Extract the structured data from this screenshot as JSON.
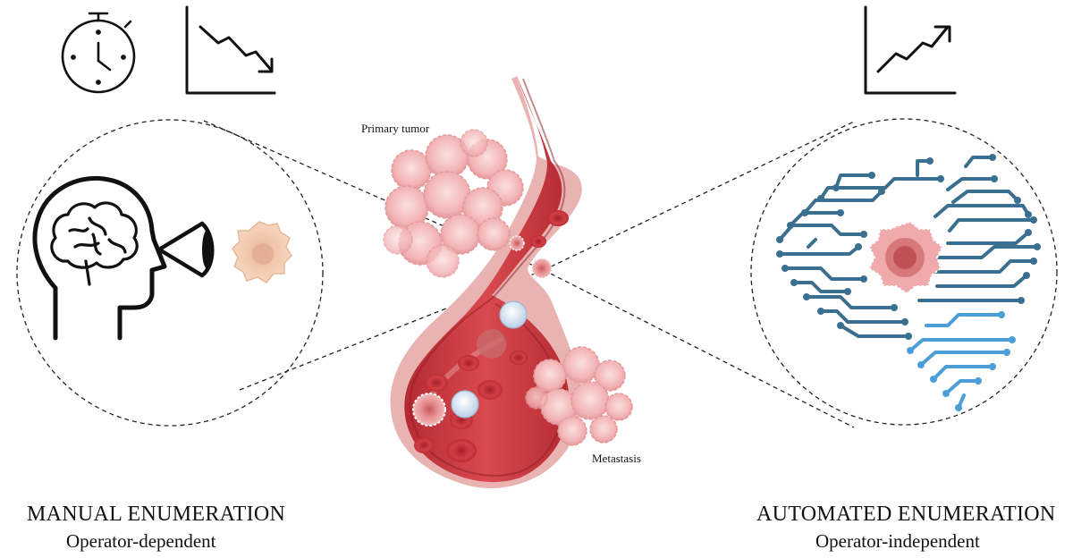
{
  "labels": {
    "primary_tumor": "Primary tumor",
    "metastasis": "Metastasis"
  },
  "manual": {
    "title": "MANUAL ENUMERATION",
    "subtitle": "Operator-dependent"
  },
  "automated": {
    "title": "AUTOMATED ENUMERATION",
    "subtitle": "Operator-independent"
  },
  "icons": {
    "manual_time": "stopwatch-icon",
    "manual_trend": "trend-down-chart-icon",
    "automated_trend": "trend-up-chart-icon",
    "manual_observer": "human-head-brain-icon",
    "manual_eye": "eye-icon",
    "automated_brain": "circuit-brain-icon"
  },
  "colors": {
    "vessel": "#c9333a",
    "vessel_light": "#e37b7b",
    "tumor_cell": "#f2b7b7",
    "circuit_dark": "#3b6f8f",
    "circuit_light": "#4b9fd6",
    "manual_cell": "#f3cdb0"
  }
}
